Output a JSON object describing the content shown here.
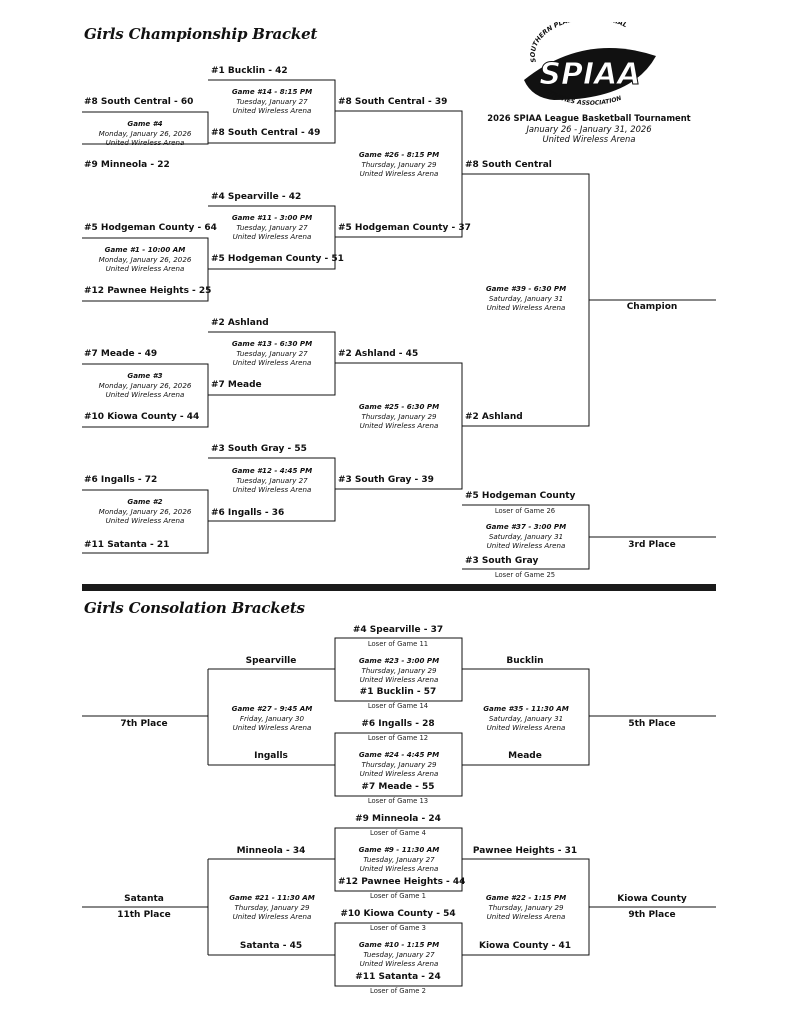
{
  "titles": {
    "championship": "Girls Championship Bracket",
    "consolation": "Girls Consolation Brackets"
  },
  "logo": {
    "arc_top": "SOUTHERN PLAINS INDUSTRIAL",
    "main": "SPIAA",
    "arc_bottom": "ACTIVITIES ASSOCIATION"
  },
  "tournament": {
    "name": "2026 SPIAA League Basketball Tournament",
    "dates": "January 26 - January 31, 2026",
    "venue": "United Wireless Arena"
  },
  "teams": {
    "g4_top": "#8 South Central - 60",
    "g4_bottom": "#9 Minneola - 22",
    "g1_top": "#5 Hodgeman County - 64",
    "g1_bottom": "#12 Pawnee Heights - 25",
    "g3_top": "#7 Meade - 49",
    "g3_bottom": "#10 Kiowa County - 44",
    "g2_top": "#6 Ingalls - 72",
    "g2_bottom": "#11 Satanta - 21",
    "g14_top": "#1 Bucklin - 42",
    "g14_bottom": "#8 South Central - 49",
    "g11_top": "#4 Spearville - 42",
    "g11_bottom": "#5 Hodgeman County - 51",
    "g13_top": "#2 Ashland",
    "g13_bottom": "#7 Meade",
    "g12_top": "#3 South Gray - 55",
    "g12_bottom": "#6 Ingalls - 36",
    "g26_top": "#8 South Central - 39",
    "g26_bottom": "#5 Hodgeman County - 37",
    "g25_top": "#2 Ashland - 45",
    "g25_bottom": "#3 South Gray - 39",
    "g39_top": "#8 South Central",
    "g39_bottom": "#2 Ashland",
    "champion": "Champion",
    "g37_top": "#5 Hodgeman County",
    "g37_bottom": "#3 South Gray",
    "third_place": "3rd Place",
    "g23_top": "#4 Spearville - 37",
    "g23_bottom": "#1 Bucklin - 57",
    "g24_top": "#6 Ingalls - 28",
    "g24_bottom": "#7 Meade - 55",
    "g27_top": "Spearville",
    "g27_bottom": "Ingalls",
    "seventh": "7th Place",
    "g35_top": "Bucklin",
    "g35_bottom": "Meade",
    "fifth": "5th Place",
    "g9_top": "#9 Minneola - 24",
    "g9_bottom": "#12 Pawnee Heights - 44",
    "g10_top": "#10 Kiowa County - 54",
    "g10_bottom": "#11 Satanta - 24",
    "g21_top": "Minneola - 34",
    "g21_bottom": "Satanta - 45",
    "eleventh_team": "Satanta",
    "eleventh": "11th Place",
    "g22_top": "Pawnee Heights - 31",
    "g22_bottom": "Kiowa County - 41",
    "ninth_team": "Kiowa County",
    "ninth": "9th Place"
  },
  "notes": {
    "g37_top": "Loser of Game 26",
    "g37_bottom": "Loser of Game 25",
    "g23_top": "Loser of Game 11",
    "g23_bottom": "Loser of Game 14",
    "g24_top": "Loser of Game 12",
    "g24_bottom": "Loser of Game 13",
    "g9_top": "Loser of Game 4",
    "g9_bottom": "Loser of Game 1",
    "g10_top": "Loser of Game 3",
    "g10_bottom": "Loser of Game 2"
  },
  "games": {
    "g4": {
      "title": "Game #4",
      "date": "Monday, January 26, 2026",
      "venue": "United Wireless Arena"
    },
    "g1": {
      "title": "Game #1 - 10:00 AM",
      "date": "Monday, January 26, 2026",
      "venue": "United Wireless Arena"
    },
    "g3": {
      "title": "Game #3",
      "date": "Monday, January 26, 2026",
      "venue": "United Wireless Arena"
    },
    "g2": {
      "title": "Game #2",
      "date": "Monday, January 26, 2026",
      "venue": "United Wireless Arena"
    },
    "g14": {
      "title": "Game #14 - 8:15 PM",
      "date": "Tuesday, January 27",
      "venue": "United Wireless Arena"
    },
    "g11": {
      "title": "Game #11 - 3:00 PM",
      "date": "Tuesday, January 27",
      "venue": "United Wireless Arena"
    },
    "g13": {
      "title": "Game #13 - 6:30 PM",
      "date": "Tuesday, January 27",
      "venue": "United Wireless Arena"
    },
    "g12": {
      "title": "Game #12 - 4:45 PM",
      "date": "Tuesday, January 27",
      "venue": "United Wireless Arena"
    },
    "g26": {
      "title": "Game #26 - 8:15 PM",
      "date": "Thursday, January 29",
      "venue": "United Wireless Arena"
    },
    "g25": {
      "title": "Game #25 - 6:30 PM",
      "date": "Thursday, January 29",
      "venue": "United Wireless Arena"
    },
    "g39": {
      "title": "Game #39 - 6:30 PM",
      "date": "Saturday, January 31",
      "venue": "United Wireless Arena"
    },
    "g37": {
      "title": "Game #37 - 3:00 PM",
      "date": "Saturday, January 31",
      "venue": "United Wireless Arena"
    },
    "g23": {
      "title": "Game #23 - 3:00 PM",
      "date": "Thursday, January 29",
      "venue": "United Wireless Arena"
    },
    "g24": {
      "title": "Game #24 - 4:45 PM",
      "date": "Thursday, January 29",
      "venue": "United Wireless Arena"
    },
    "g27": {
      "title": "Game #27 - 9:45 AM",
      "date": "Friday, January 30",
      "venue": "United Wireless Arena"
    },
    "g35": {
      "title": "Game #35 - 11:30 AM",
      "date": "Saturday, January 31",
      "venue": "United Wireless Arena"
    },
    "g9": {
      "title": "Game #9 - 11:30 AM",
      "date": "Tuesday, January 27",
      "venue": "United Wireless Arena"
    },
    "g10": {
      "title": "Game #10 - 1:15 PM",
      "date": "Tuesday, January 27",
      "venue": "United Wireless Arena"
    },
    "g21": {
      "title": "Game #21 - 11:30 AM",
      "date": "Thursday, January 29",
      "venue": "United Wireless Arena"
    },
    "g22": {
      "title": "Game #22 - 1:15 PM",
      "date": "Thursday, January 29",
      "venue": "United Wireless Arena"
    }
  }
}
